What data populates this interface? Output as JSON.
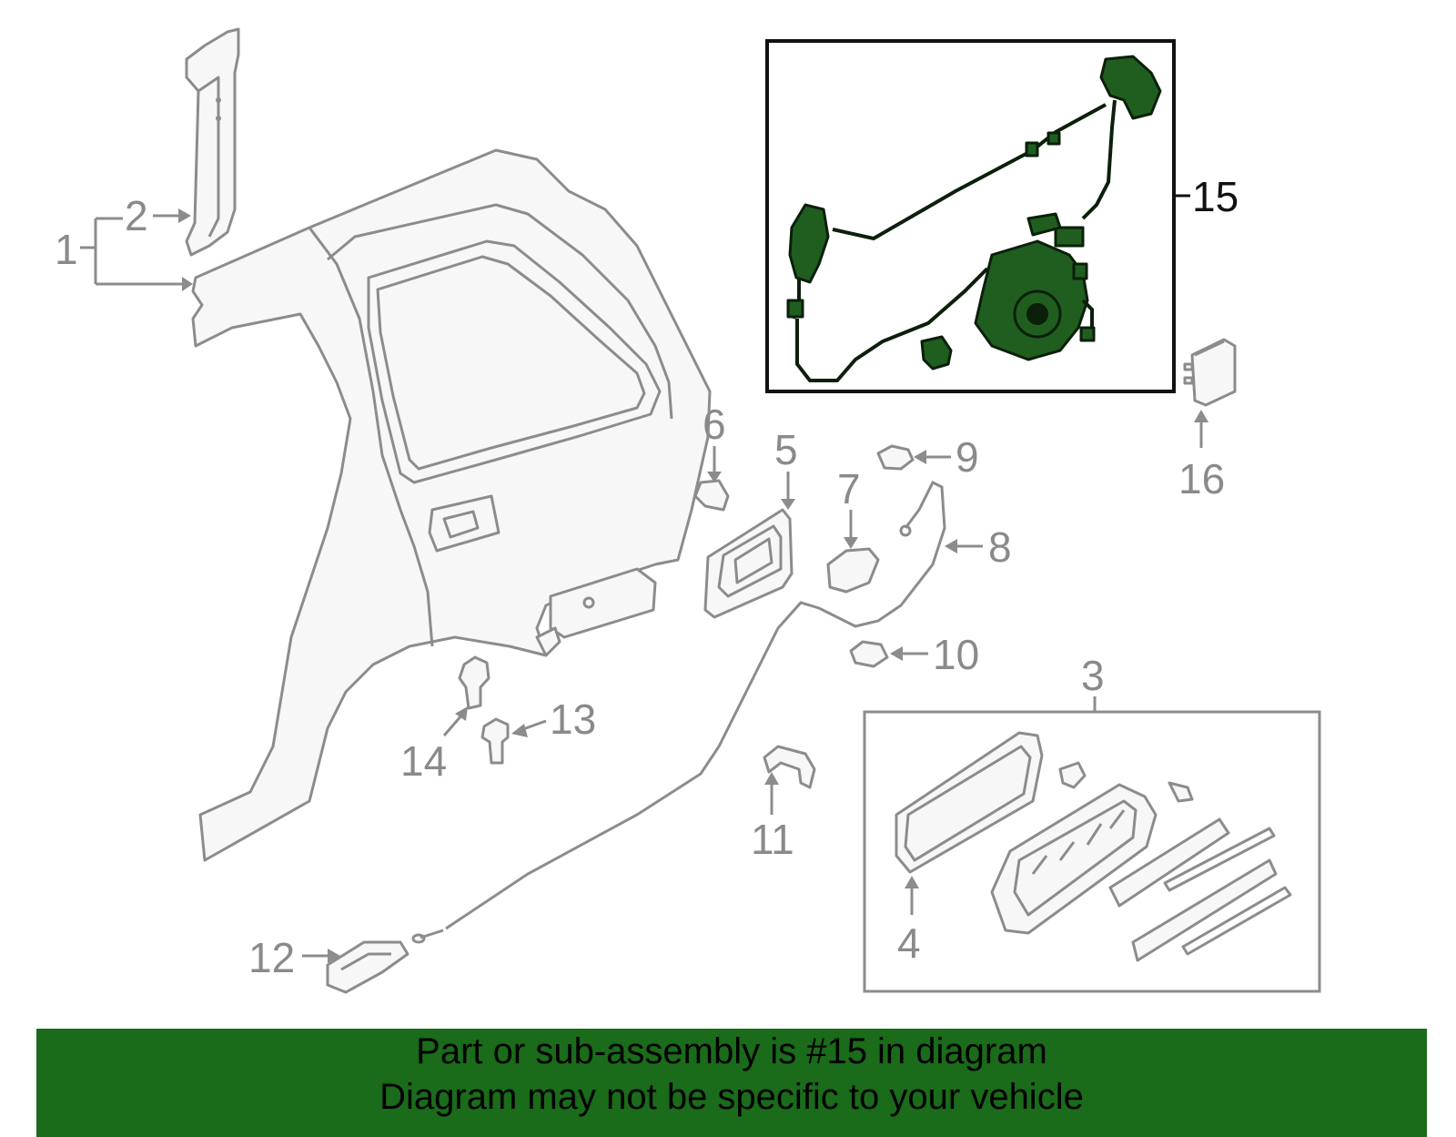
{
  "diagram": {
    "callouts": {
      "c1": "1",
      "c2": "2",
      "c3": "3",
      "c4": "4",
      "c5": "5",
      "c6": "6",
      "c7": "7",
      "c8": "8",
      "c9": "9",
      "c10": "10",
      "c11": "11",
      "c12": "12",
      "c13": "13",
      "c14": "14",
      "c15": "15",
      "c16": "16"
    },
    "highlight_part": "15",
    "colors": {
      "highlight": "#1f5e1f",
      "banner": "#1a6b1a",
      "outline": "#8c8c8c"
    }
  },
  "banner": {
    "line1": "Part or sub-assembly is #15 in diagram",
    "line2": "Diagram may not be specific to your vehicle"
  }
}
